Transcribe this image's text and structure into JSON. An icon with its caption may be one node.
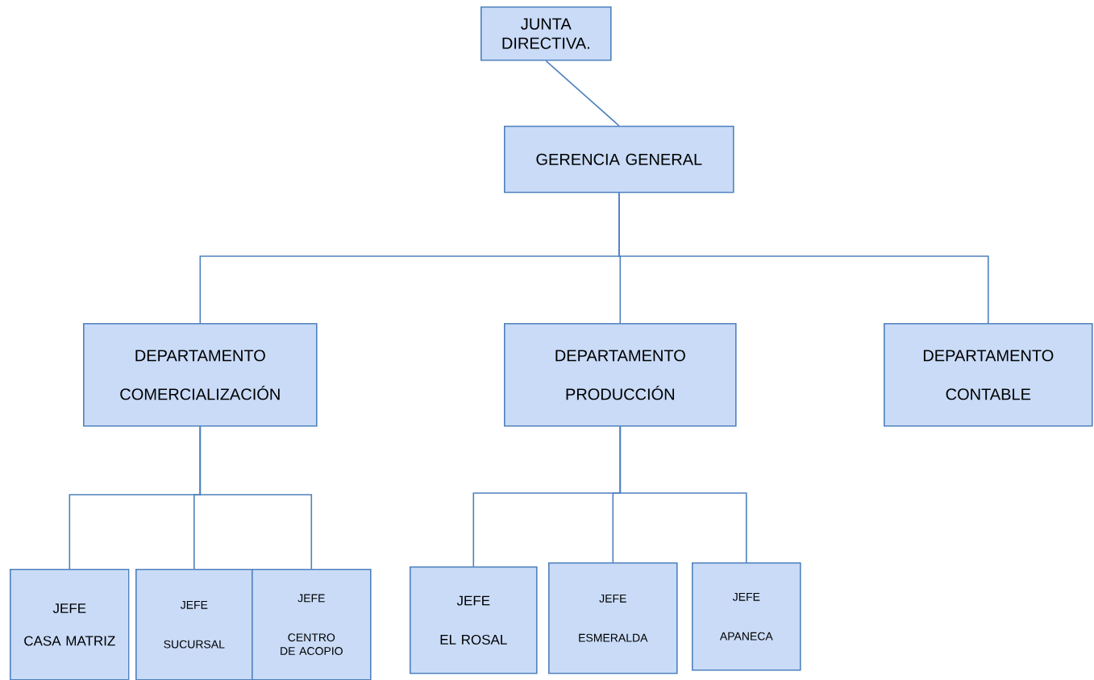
{
  "diagram": {
    "nodes": [
      {
        "text": [
          "JUNTA DIRECTIVA."
        ]
      },
      {
        "text": [
          "GERENCIA GENERAL"
        ]
      },
      {
        "text": [
          "DEPARTAMENTO",
          "COMERCIALIZACIÓN"
        ]
      },
      {
        "text": [
          "DEPARTAMENTO",
          "PRODUCCIÓN"
        ]
      },
      {
        "text": [
          "DEPARTAMENTO",
          "CONTABLE"
        ]
      },
      {
        "text": [
          "JEFE",
          "CASA MATRIZ"
        ]
      },
      {
        "text": [
          "JEFE",
          "SUCURSAL"
        ]
      },
      {
        "text": [
          "JEFE",
          "CENTRO DE ACOPIO"
        ]
      },
      {
        "text": [
          "JEFE",
          "EL ROSAL"
        ]
      },
      {
        "text": [
          "JEFE",
          "ESMERALDA"
        ]
      },
      {
        "text": [
          "JEFE",
          "APANECA"
        ]
      }
    ],
    "edges": [
      {
        "from": 0,
        "to": 1,
        "arrow": "none"
      },
      {
        "from": 1,
        "to": 2,
        "arrow": "none"
      },
      {
        "from": 1,
        "to": 3,
        "arrow": "none"
      },
      {
        "from": 1,
        "to": 4,
        "arrow": "none"
      },
      {
        "from": 2,
        "to": 5,
        "arrow": "none"
      },
      {
        "from": 2,
        "to": 6,
        "arrow": "none"
      },
      {
        "from": 2,
        "to": 7,
        "arrow": "none"
      },
      {
        "from": 3,
        "to": 8,
        "arrow": "none"
      },
      {
        "from": 3,
        "to": 9,
        "arrow": "none"
      },
      {
        "from": 3,
        "to": 10,
        "arrow": "none"
      }
    ]
  }
}
